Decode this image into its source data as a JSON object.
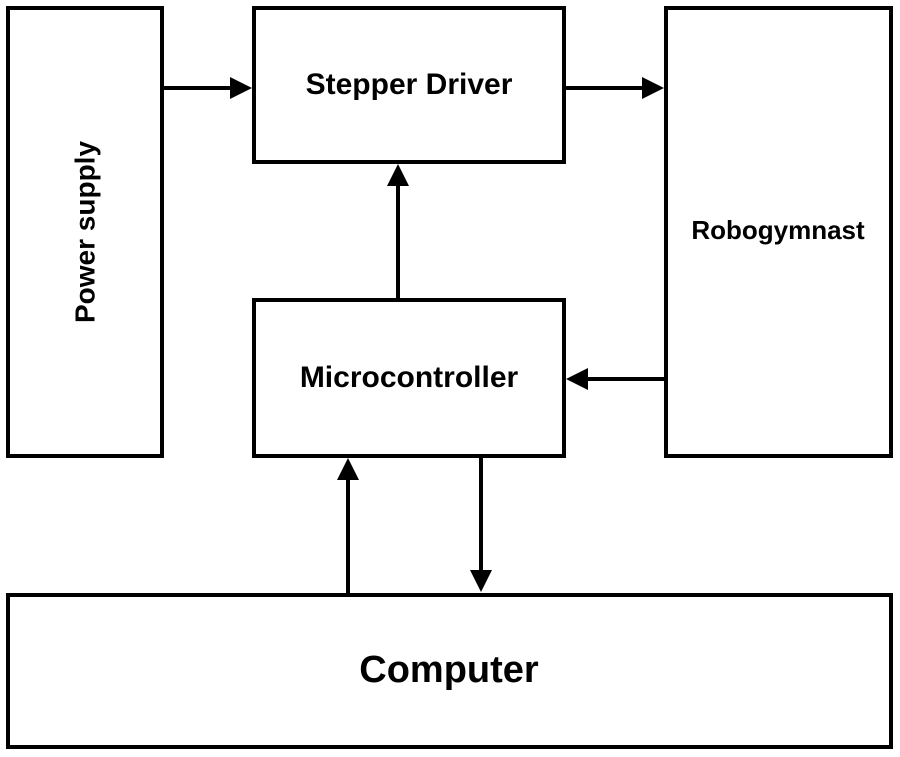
{
  "blocks": {
    "power_supply": "Power supply",
    "stepper_driver": "Stepper Driver",
    "robogymnast": "Robogymnast",
    "microcontroller": "Microcontroller",
    "computer": "Computer"
  },
  "colors": {
    "stroke": "#000000",
    "background": "#ffffff"
  }
}
